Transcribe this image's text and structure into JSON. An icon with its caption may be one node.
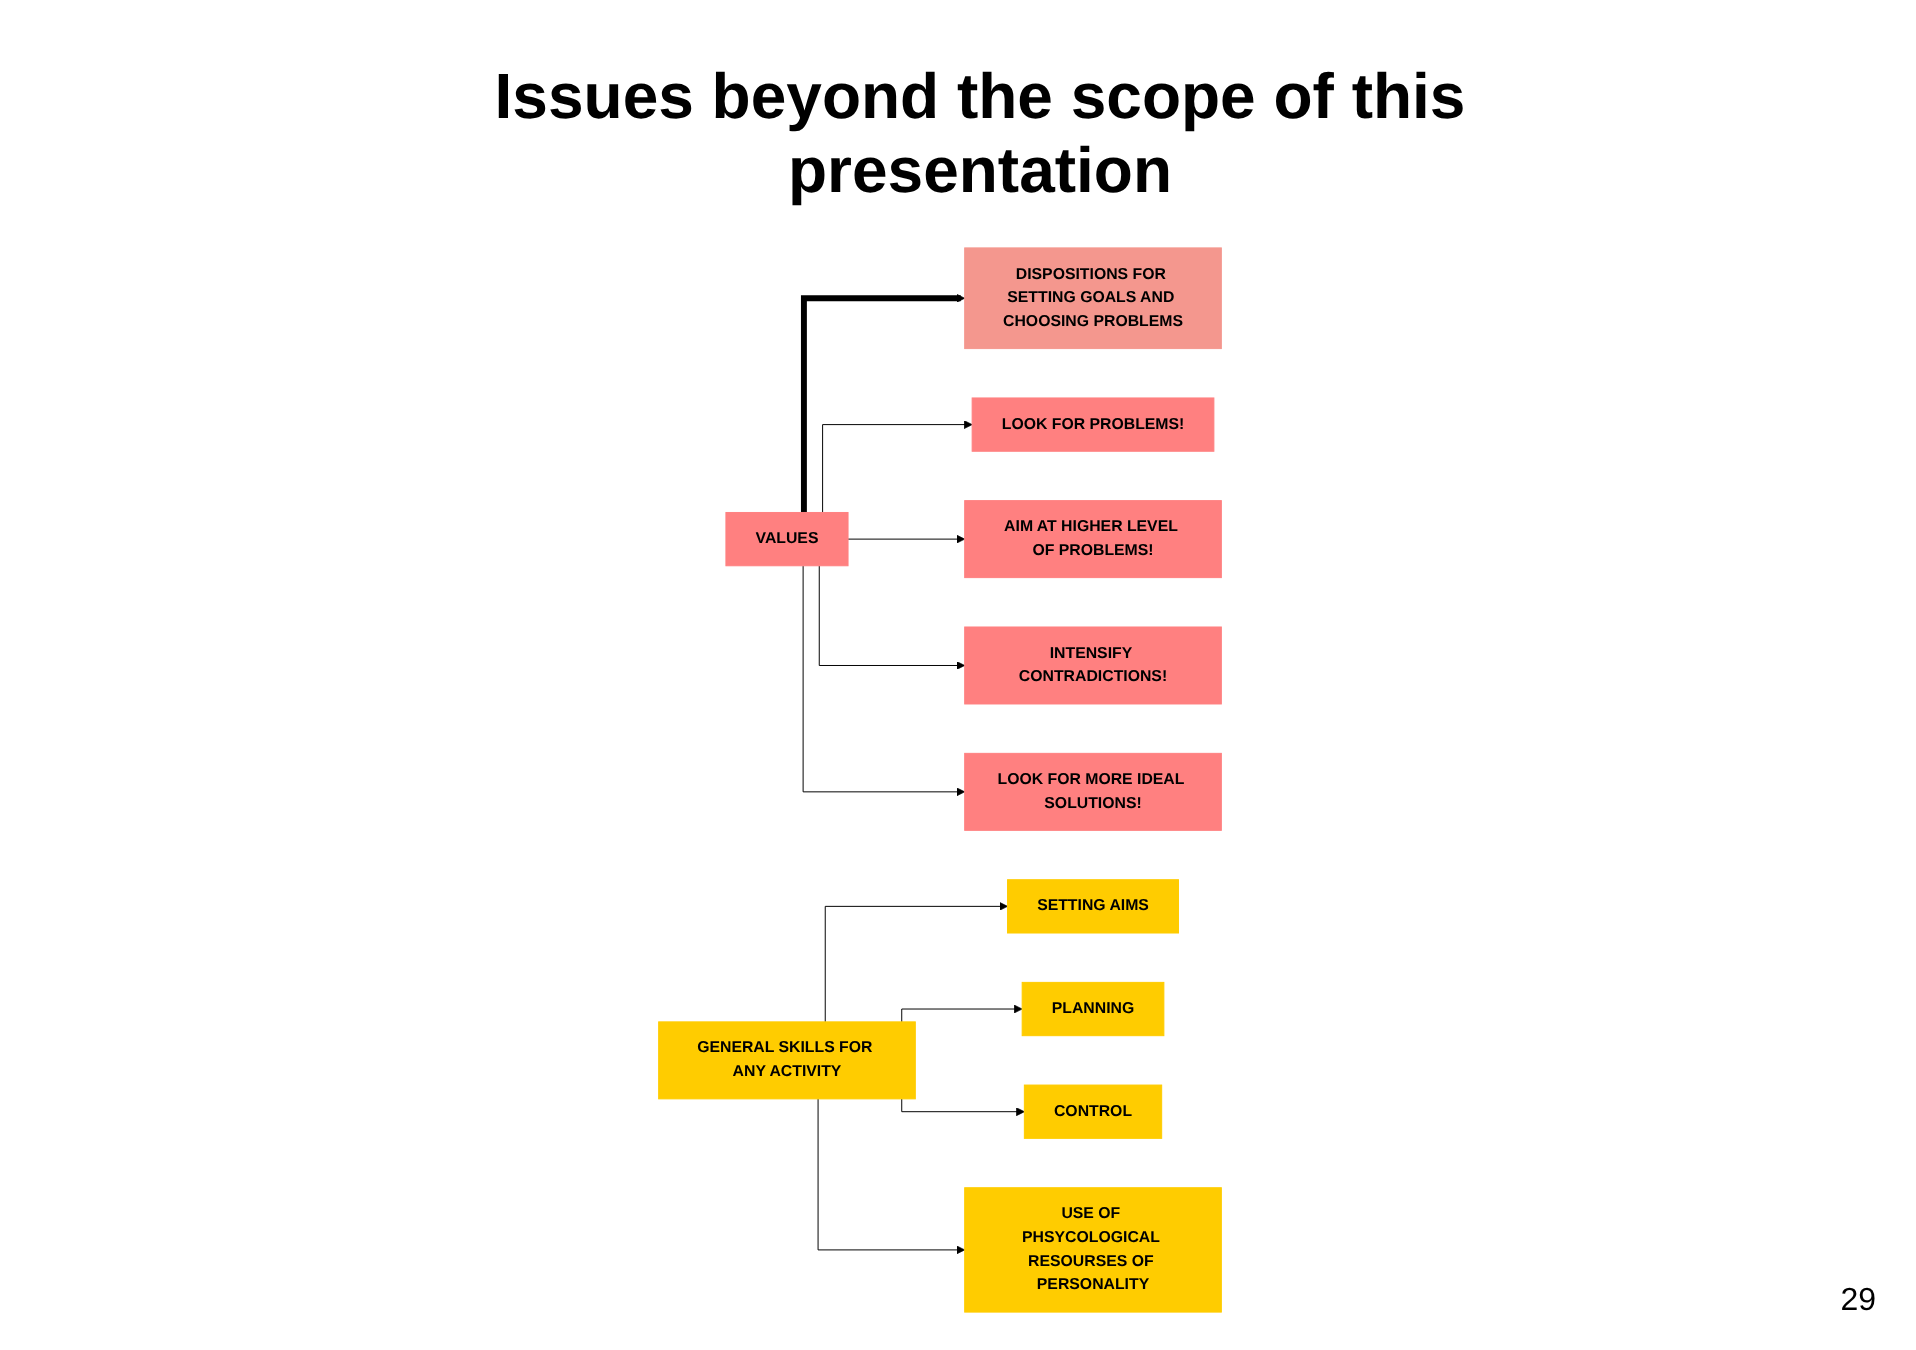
{
  "diagram": {
    "title": "Issues beyond the scope of this presentation",
    "nodes": [
      {
        "text": [
          "VALUES"
        ]
      },
      {
        "text": [
          "DISPOSITIONS FOR SETTING GOALS AND CHOOSING PROBLEMS"
        ]
      },
      {
        "text": [
          "LOOK FOR PROBLEMS!"
        ]
      },
      {
        "text": [
          "AIM AT HIGHER LEVEL OF PROBLEMS!"
        ]
      },
      {
        "text": [
          "INTENSIFY CONTRADICTIONS!"
        ]
      },
      {
        "text": [
          "LOOK FOR MORE IDEAL SOLUTIONS!"
        ]
      },
      {
        "text": [
          "GENERAL SKILLS FOR ANY ACTIVITY"
        ]
      },
      {
        "text": [
          "SETTING AIMS"
        ]
      },
      {
        "text": [
          "PLANNING"
        ]
      },
      {
        "text": [
          "CONTROL"
        ]
      },
      {
        "text": [
          "USE OF PHSYCOLOGICAL RESOURSES OF PERSONALITY"
        ]
      }
    ],
    "edges": [
      {
        "from": 0,
        "to": 1,
        "arrow": "to",
        "style": "thick"
      },
      {
        "from": 0,
        "to": 2,
        "arrow": "to"
      },
      {
        "from": 0,
        "to": 3,
        "arrow": "to"
      },
      {
        "from": 0,
        "to": 4,
        "arrow": "to"
      },
      {
        "from": 0,
        "to": 5,
        "arrow": "to"
      },
      {
        "from": 6,
        "to": 7,
        "arrow": "to"
      },
      {
        "from": 6,
        "to": 8,
        "arrow": "to"
      },
      {
        "from": 6,
        "to": 9,
        "arrow": "to"
      },
      {
        "from": 6,
        "to": 10,
        "arrow": "to"
      }
    ],
    "labels": [
      "29"
    ]
  }
}
